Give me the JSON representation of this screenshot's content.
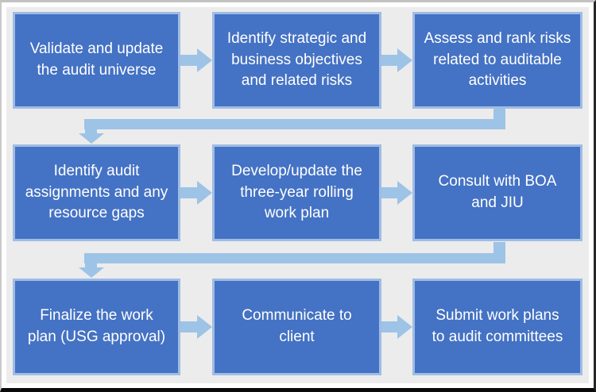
{
  "colors": {
    "box_fill": "#4472c4",
    "box_border": "#9fbce4",
    "arrow": "#9dc3e6",
    "text": "#ffffff",
    "canvas_bg": "#ececec",
    "margin_bg": "#ffffff"
  },
  "diagram": {
    "type": "flowchart",
    "rows": 3,
    "cols": 3,
    "steps": [
      {
        "id": 1,
        "label": "Validate and update the audit universe",
        "lines": [
          "Validate and update",
          "the audit universe"
        ]
      },
      {
        "id": 2,
        "label": "Identify strategic and business objectives and related risks",
        "lines": [
          "Identify strategic and",
          "business objectives",
          "and related risks"
        ]
      },
      {
        "id": 3,
        "label": "Assess and rank risks related to auditable activities",
        "lines": [
          "Assess and rank risks",
          "related to auditable",
          "activities"
        ]
      },
      {
        "id": 4,
        "label": "Identify audit assignments and any resource gaps",
        "lines": [
          "Identify audit",
          "assignments and any",
          "resource gaps"
        ]
      },
      {
        "id": 5,
        "label": "Develop/update the three-year rolling work plan",
        "lines": [
          "Develop/update the",
          "three-year rolling",
          "work plan"
        ]
      },
      {
        "id": 6,
        "label": "Consult with BOA and JIU",
        "lines": [
          "Consult with BOA",
          "and JIU"
        ]
      },
      {
        "id": 7,
        "label": "Finalize the work plan (USG approval)",
        "lines": [
          "Finalize the work",
          "plan (USG approval)"
        ]
      },
      {
        "id": 8,
        "label": "Communicate to client",
        "lines": [
          "Communicate to",
          "client"
        ]
      },
      {
        "id": 9,
        "label": "Submit work plans to audit committees",
        "lines": [
          "Submit work plans",
          "to audit committees"
        ]
      }
    ],
    "connectors": [
      {
        "from": 1,
        "to": 2,
        "type": "arrow-right"
      },
      {
        "from": 2,
        "to": 3,
        "type": "arrow-right"
      },
      {
        "from": 3,
        "to": 4,
        "type": "elbow-down-left-down"
      },
      {
        "from": 4,
        "to": 5,
        "type": "arrow-right"
      },
      {
        "from": 5,
        "to": 6,
        "type": "arrow-right"
      },
      {
        "from": 6,
        "to": 7,
        "type": "elbow-down-left-down"
      },
      {
        "from": 7,
        "to": 8,
        "type": "arrow-right"
      },
      {
        "from": 8,
        "to": 9,
        "type": "arrow-right"
      }
    ]
  }
}
